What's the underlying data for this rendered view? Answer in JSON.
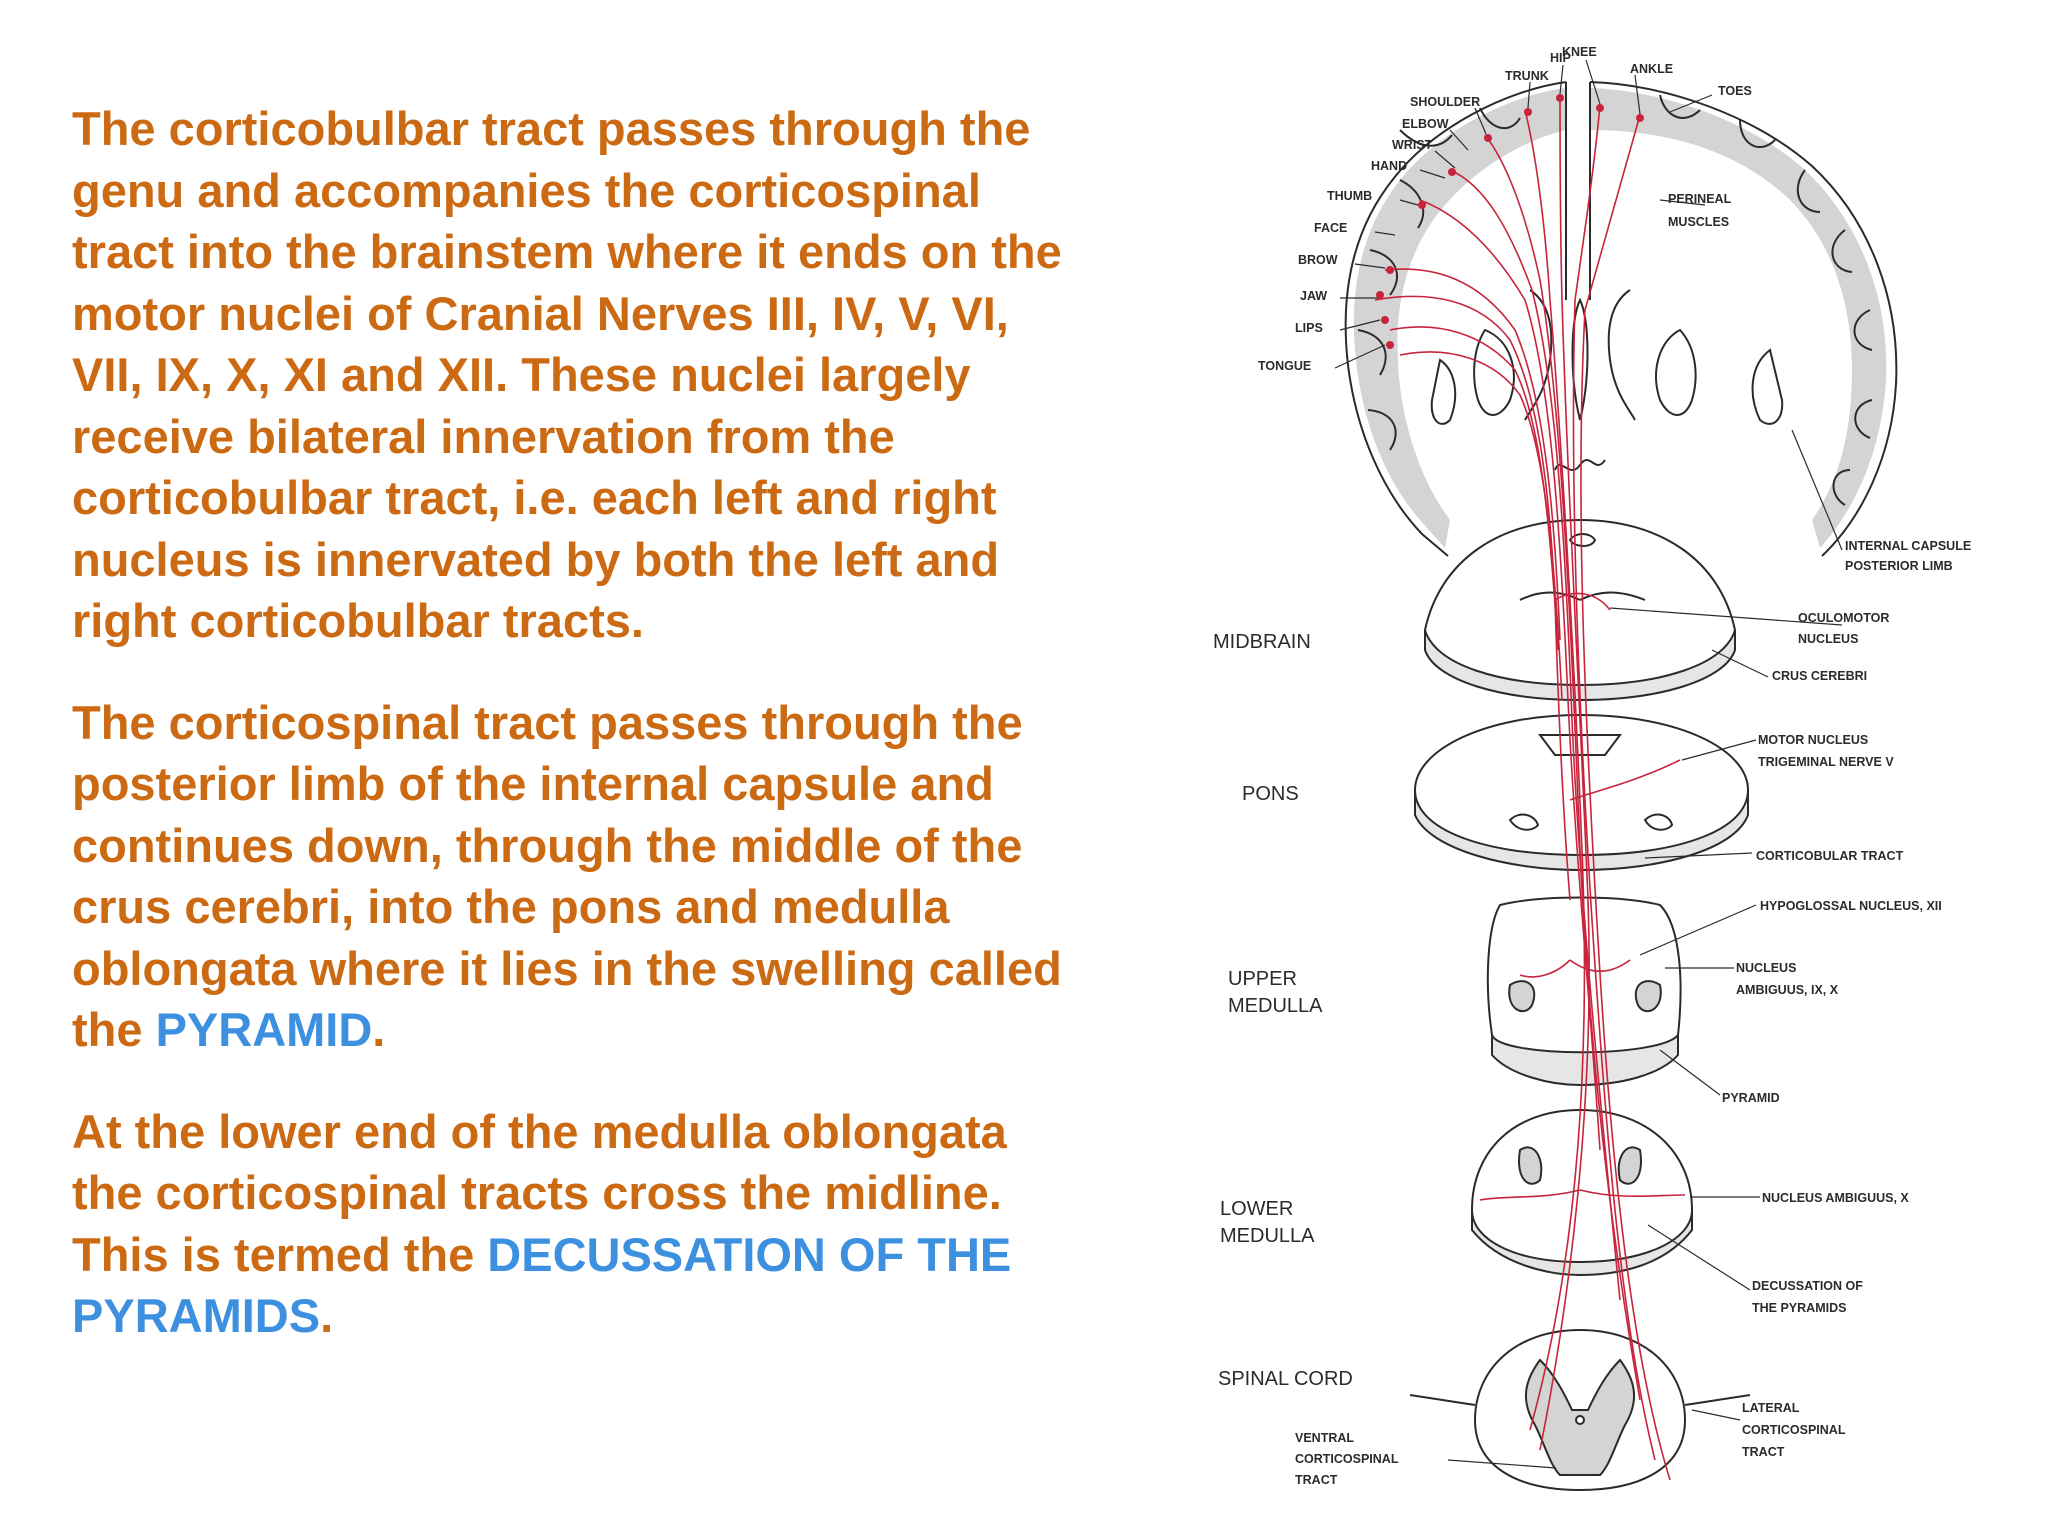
{
  "text": {
    "p1": "The corticobulbar tract  passes through the genu and accompanies the corticospinal tract into the brainstem where it ends on the motor nuclei of Cranial Nerves III, IV, V, VI, VII, IX, X, XI and XII. These nuclei largely receive bilateral innervation from the corticobulbar tract, i.e. each left and right nucleus is innervated by both the left and right corticobulbar tracts.",
    "p2_main": "The corticospinal tract passes through the posterior limb of the internal capsule and continues down, through the middle of the crus cerebri, into the pons and medulla oblongata where it lies in the swelling called the ",
    "p2_highlight": "PYRAMID",
    "p2_end": ".",
    "p3_main": "At the lower end of the medulla oblongata the corticospinal tracts cross the midline. This is termed the ",
    "p3_highlight": "DECUSSATION OF THE PYRAMIDS",
    "p3_end": "."
  },
  "diagram": {
    "homunculus_labels": [
      "TRUNK",
      "HIP",
      "KNEE",
      "ANKLE",
      "TOES",
      "SHOULDER",
      "ELBOW",
      "WRIST",
      "HAND",
      "THUMB",
      "FACE",
      "BROW",
      "JAW",
      "LIPS",
      "TONGUE"
    ],
    "perineal": [
      "PERINEAL",
      "MUSCLES"
    ],
    "level_labels": {
      "midbrain": "MIDBRAIN",
      "pons": "PONS",
      "upper_medulla": [
        "UPPER",
        "MEDULLA"
      ],
      "lower_medulla": [
        "LOWER",
        "MEDULLA"
      ],
      "spinal_cord": "SPINAL CORD"
    },
    "right_labels": {
      "internal_capsule": [
        "INTERNAL CAPSULE",
        "POSTERIOR LIMB"
      ],
      "oculomotor": [
        "OCULOMOTOR",
        "NUCLEUS"
      ],
      "crus": "CRUS CEREBRI",
      "trigeminal": [
        "MOTOR NUCLEUS",
        "TRIGEMINAL NERVE V"
      ],
      "corticobulbar": "CORTICOBULAR TRACT",
      "hypoglossal": "HYPOGLOSSAL NUCLEUS, XII",
      "ambiguus": [
        "NUCLEUS",
        "AMBIGUUS, IX, X"
      ],
      "pyramid": "PYRAMID",
      "ambiguus_x": "NUCLEUS AMBIGUUS, X",
      "decussation": [
        "DECUSSATION OF",
        "THE PYRAMIDS"
      ],
      "lateral": [
        "LATERAL",
        "CORTICOSPINAL",
        "TRACT"
      ]
    },
    "ventral": [
      "VENTRAL",
      "CORTICOSPINAL",
      "TRACT"
    ]
  },
  "colors": {
    "body_text": "#cc6a14",
    "highlight": "#3d8fe0",
    "tract": "#c8243c",
    "grey_matter": "#d4d4d4",
    "outline": "#2b2b2b"
  }
}
